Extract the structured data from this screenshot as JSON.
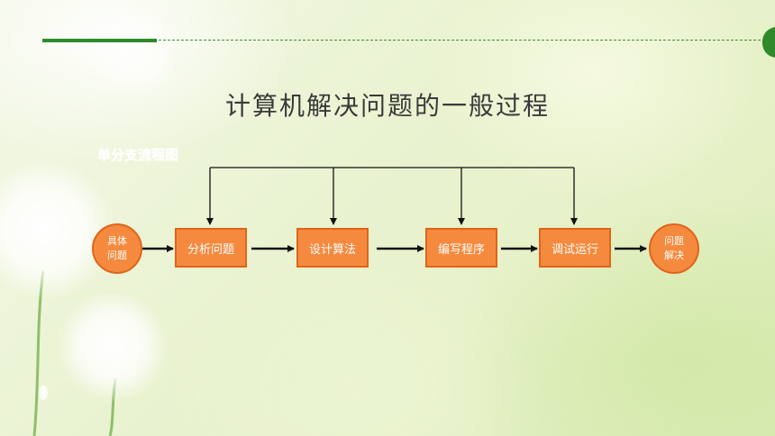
{
  "slide": {
    "title": "计算机解决问题的一般过程",
    "sublabel": "单分支流程图"
  },
  "diagram": {
    "start": {
      "line1": "具体",
      "line2": "问题"
    },
    "steps": [
      "分析问题",
      "设计算法",
      "编写程序",
      "调试运行"
    ],
    "end": {
      "line1": "问题",
      "line2": "解决"
    }
  },
  "colors": {
    "node_fill": "#f58a3e",
    "node_border": "#e0641a",
    "accent_green": "#2f8a2a",
    "arrow": "#111111"
  }
}
